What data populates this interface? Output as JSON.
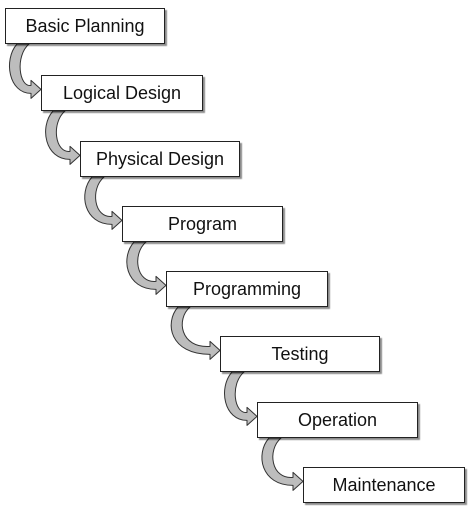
{
  "steps": [
    {
      "label": "Basic Planning"
    },
    {
      "label": "Logical Design"
    },
    {
      "label": "Physical Design"
    },
    {
      "label": "Program"
    },
    {
      "label": "Programming"
    },
    {
      "label": "Testing"
    },
    {
      "label": "Operation"
    },
    {
      "label": "Maintenance"
    }
  ],
  "colors": {
    "arrow_fill": "#bdbdbd",
    "arrow_stroke": "#333333",
    "box_border": "#222222"
  }
}
